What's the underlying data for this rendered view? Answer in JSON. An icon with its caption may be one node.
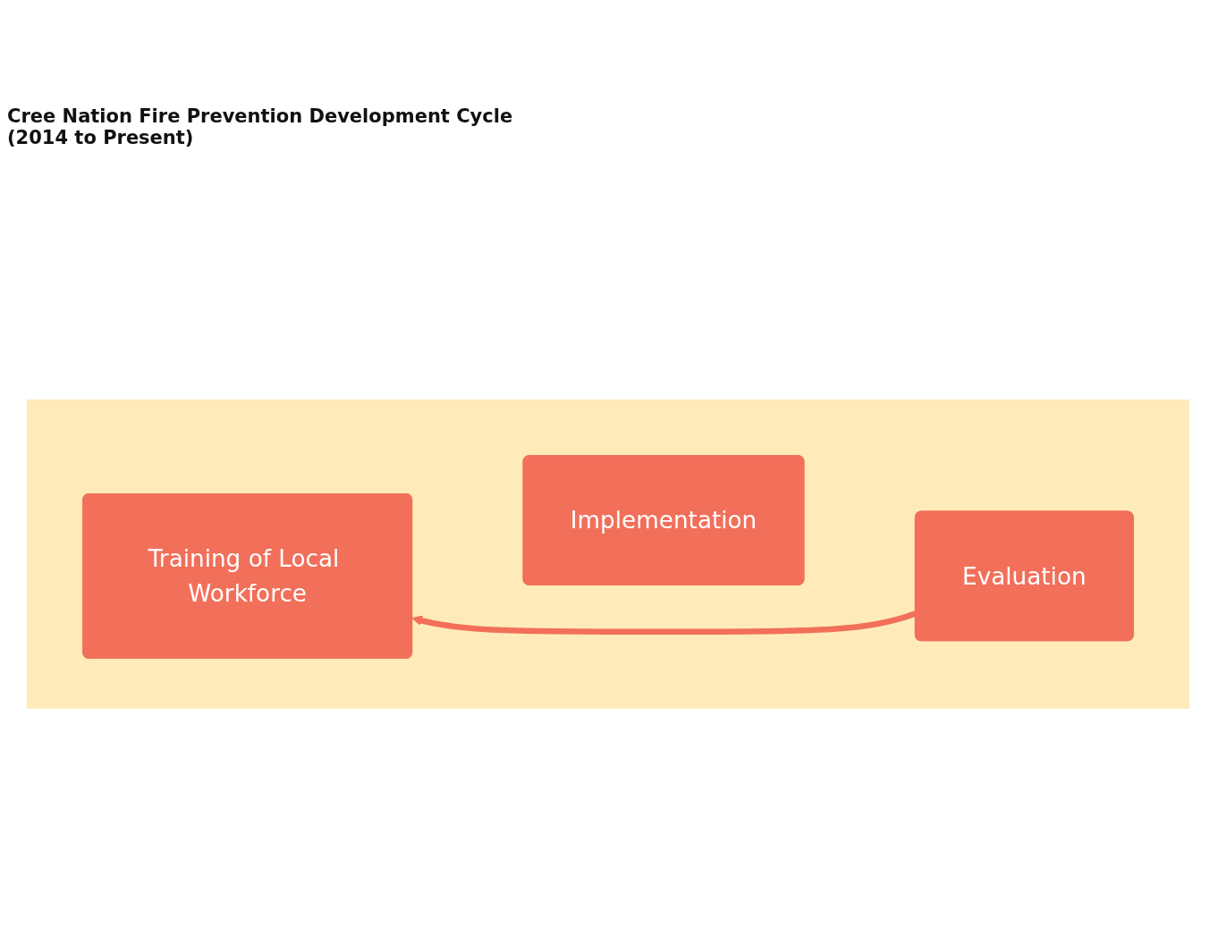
{
  "diagram": {
    "title": "Cree Nation Fire Prevention Development Cycle (2014 to Present)",
    "nodes": [
      {
        "text": [],
        "shape": "arrow"
      },
      {
        "text": [
          "Training of Local Workforce"
        ],
        "in": 0
      },
      {
        "text": [
          "Implementation"
        ],
        "in": 0
      },
      {
        "text": [
          "Evaluation"
        ],
        "in": 0
      }
    ],
    "edges": [
      {
        "from": 3,
        "to": 1,
        "arrow": "to"
      }
    ]
  }
}
